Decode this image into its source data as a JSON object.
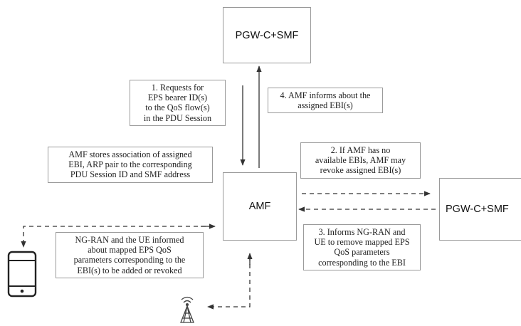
{
  "nodes": {
    "pgw_top": "PGW-C+SMF",
    "amf": "AMF",
    "pgw_right": "PGW-C+SMF"
  },
  "notes": {
    "step1": [
      "1.  Requests for",
      "EPS bearer ID(s)",
      "to the QoS flow(s)",
      "in the PDU Session"
    ],
    "step4": [
      "4. AMF informs about the",
      "assigned EBI(s)"
    ],
    "amf_stores": [
      "AMF stores association of assigned",
      "EBI, ARP pair to the corresponding",
      "PDU Session ID and SMF address"
    ],
    "step2": [
      "2. If AMF has no",
      "available EBIs, AMF may",
      "revoke assigned EBI(s)"
    ],
    "ngran_ue": [
      "NG-RAN and the UE informed",
      "about mapped EPS QoS",
      "parameters corresponding to the",
      "EBI(s) to be added or revoked"
    ],
    "step3": [
      "3.  Informs NG-RAN and",
      "UE to remove mapped EPS",
      "QoS parameters",
      "corresponding to the EBI"
    ]
  },
  "icons": [
    "smartphone-icon",
    "cell-tower-icon"
  ],
  "colors": {
    "line": "#333333",
    "border": "#9a9a9a"
  }
}
